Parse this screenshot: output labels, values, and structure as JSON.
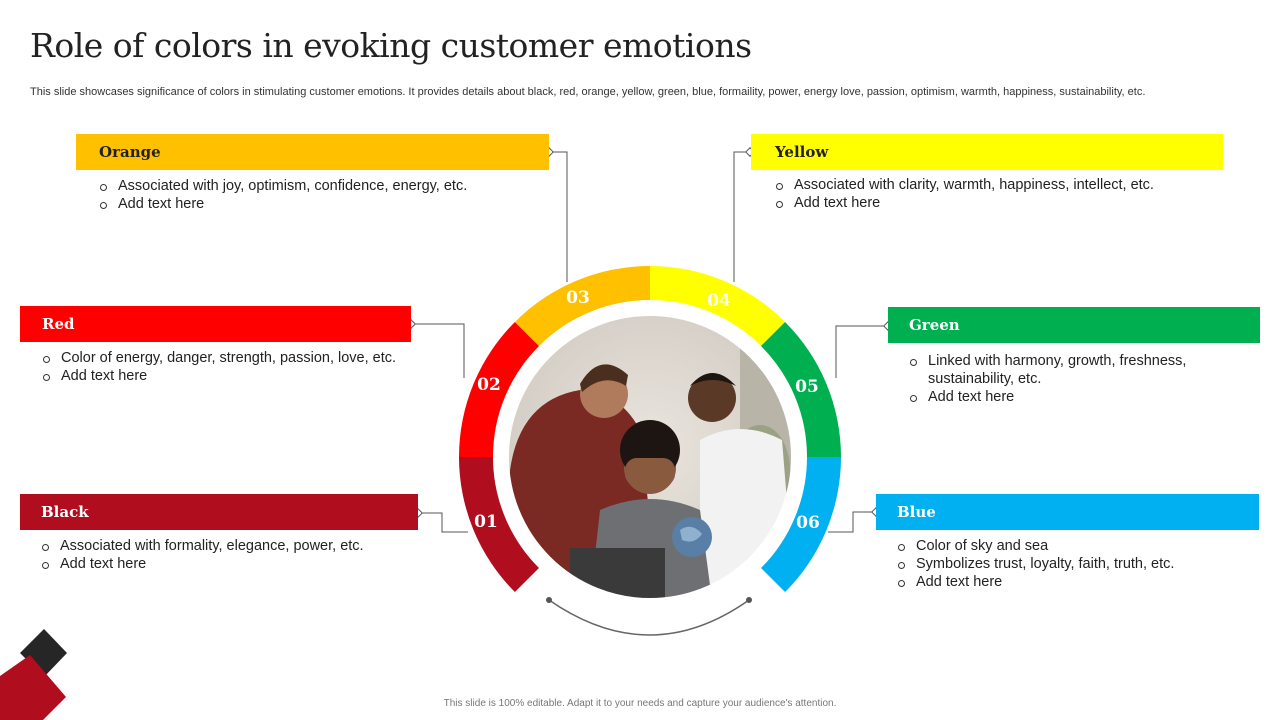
{
  "title": "Role of colors in evoking customer emotions",
  "subtitle": "This slide showcases significance of colors in stimulating customer emotions. It provides details about black, red, orange, yellow, green, blue, formaility, power, energy love,  passion, optimism, warmth, happiness, sustainability, etc.",
  "footer": "This slide is 100% editable.  Adapt it to your needs and capture your audience's attention.",
  "colors": {
    "orange": "#FFC000",
    "yellow": "#FFFF00",
    "red": "#FF0000",
    "green": "#00B050",
    "black": "#B00D1E",
    "blue": "#00B0F0"
  },
  "segments": {
    "s01": "01",
    "s02": "02",
    "s03": "03",
    "s04": "04",
    "s05": "05",
    "s06": "06"
  },
  "items": {
    "orange": {
      "heading": "Orange",
      "bullets": [
        "Associated with joy, optimism, confidence, energy, etc.",
        "Add text here"
      ]
    },
    "yellow": {
      "heading": "Yellow",
      "bullets": [
        "Associated with clarity, warmth, happiness, intellect, etc.",
        "Add text here"
      ]
    },
    "red": {
      "heading": "Red",
      "bullets": [
        "Color of energy, danger, strength, passion, love, etc.",
        "Add text here"
      ]
    },
    "green": {
      "heading": "Green",
      "bullets": [
        "Linked with harmony, growth, freshness, sustainability, etc.",
        "Add text here"
      ]
    },
    "black": {
      "heading": "Black",
      "bullets": [
        "Associated with formality, elegance, power, etc.",
        "Add text here"
      ]
    },
    "blue": {
      "heading": "Blue",
      "bullets": [
        "Color of sky and sea",
        "Symbolizes trust, loyalty, faith, truth, etc.",
        "Add text here"
      ]
    }
  },
  "photo_icon": "team-photo"
}
